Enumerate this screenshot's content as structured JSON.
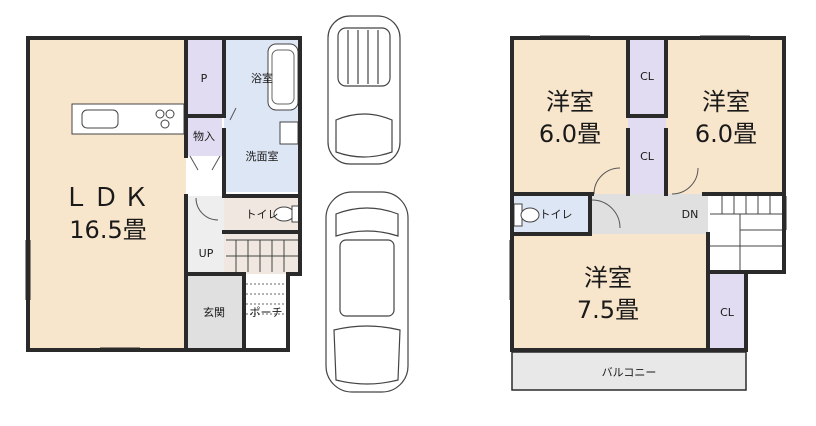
{
  "colors": {
    "wall": "#2a2a2a",
    "living": "#f8e6cc",
    "wet": "#dde6f5",
    "storage": "#e2dcf2",
    "hall": "#e0e0e0",
    "porch": "#d8d8d8",
    "balcony": "#e8e8e8",
    "white": "#ffffff"
  },
  "floor1": {
    "ldk_name": "ＬＤＫ",
    "ldk_size": "16.5畳",
    "pantry": "P",
    "storage": "物入",
    "bath": "浴室",
    "washroom": "洗面室",
    "toilet": "トイレ",
    "stairs_up": "UP",
    "entrance": "玄関",
    "porch": "ポーチ"
  },
  "floor2": {
    "room_left_name": "洋室",
    "room_left_size": "6.0畳",
    "room_right_name": "洋室",
    "room_right_size": "6.0畳",
    "room_bottom_name": "洋室",
    "room_bottom_size": "7.5畳",
    "closet_1": "CL",
    "closet_2": "CL",
    "closet_3": "CL",
    "toilet": "トイレ",
    "stairs_down": "DN",
    "balcony": "バルコニー"
  }
}
